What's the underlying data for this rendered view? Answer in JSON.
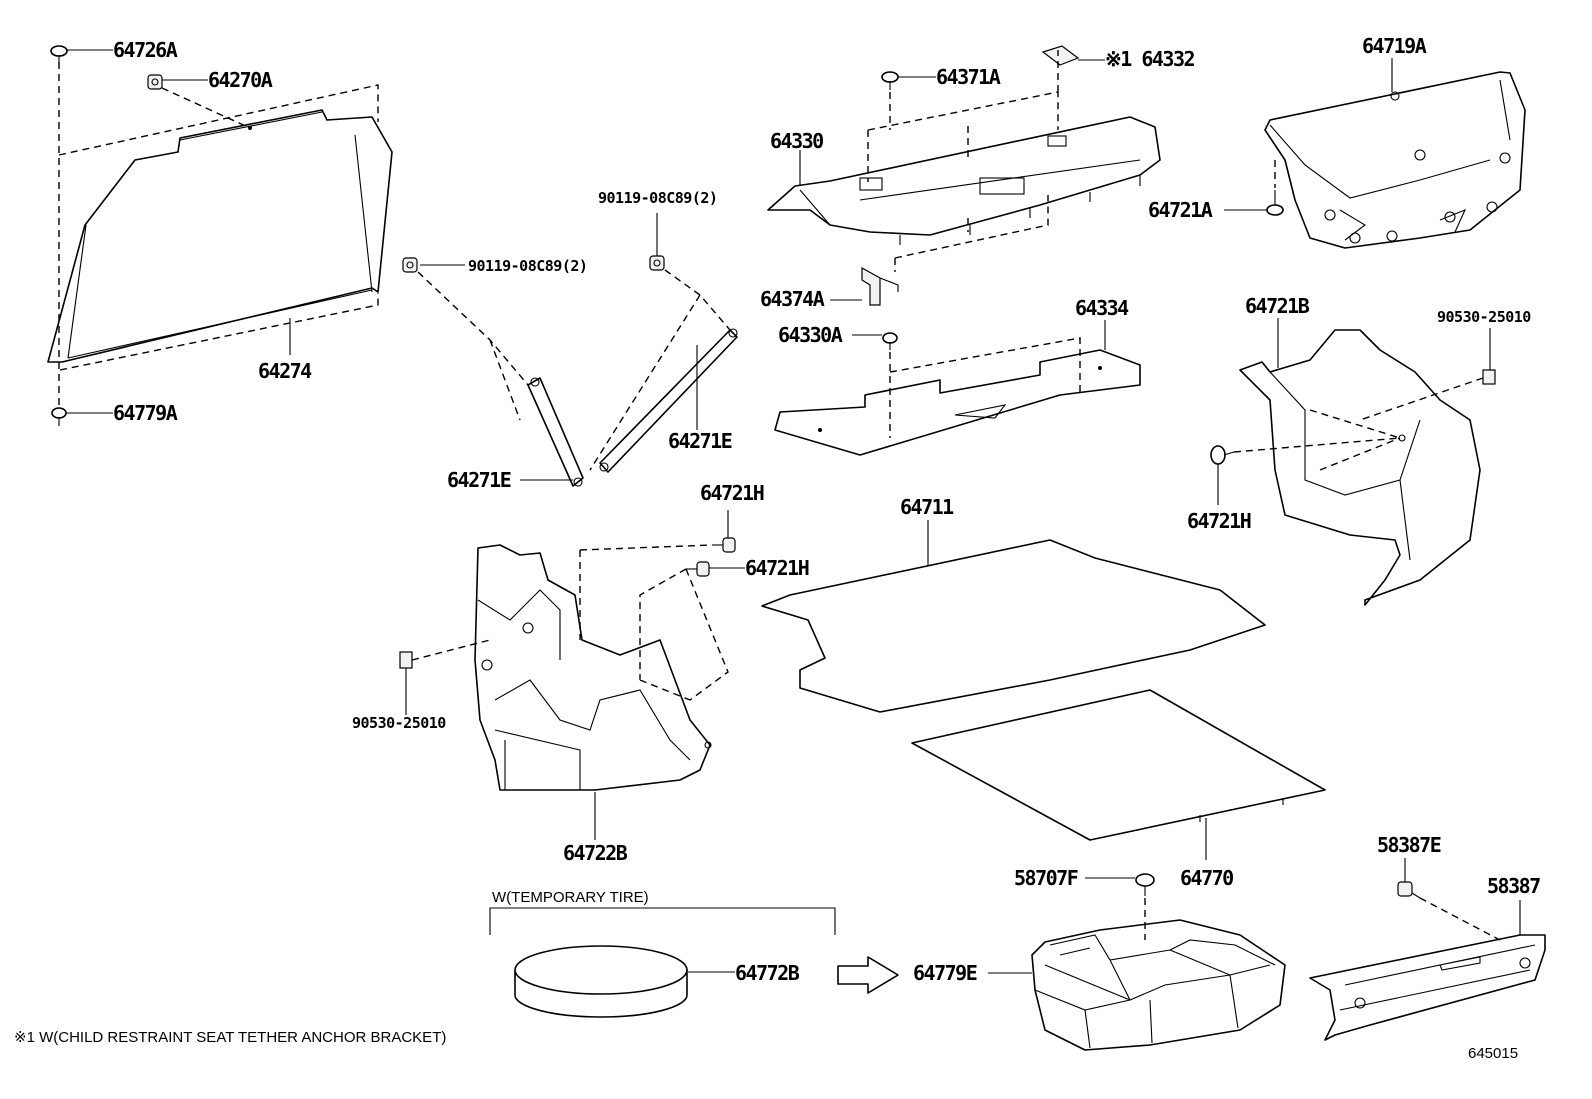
{
  "labels": {
    "p64726A": "64726A",
    "p64270A": "64270A",
    "p64274": "64274",
    "p64779A": "64779A",
    "p90119_a": "90119-08C89(2)",
    "p90119_b": "90119-08C89(2)",
    "p64271E_a": "64271E",
    "p64271E_b": "64271E",
    "p64371A": "64371A",
    "p64332": "※1 64332",
    "p64330": "64330",
    "p64374A": "64374A",
    "p64330A": "64330A",
    "p64334": "64334",
    "p64719A": "64719A",
    "p64721A": "64721A",
    "p64721B": "64721B",
    "p90530_a": "90530-25010",
    "p64721H_a": "64721H",
    "p64721H_b": "64721H",
    "p64721H_c": "64721H",
    "p90530_b": "90530-25010",
    "p64722B": "64722B",
    "p64711": "64711",
    "p64770": "64770",
    "p58707F": "58707F",
    "p64779E": "64779E",
    "p58387E": "58387E",
    "p58387": "58387",
    "p64772B": "64772B"
  },
  "notes": {
    "temporary_tire": "W(TEMPORARY TIRE)",
    "footnote": "※1 W(CHILD RESTRAINT SEAT TETHER ANCHOR BRACKET)",
    "diagram_number": "645015"
  }
}
